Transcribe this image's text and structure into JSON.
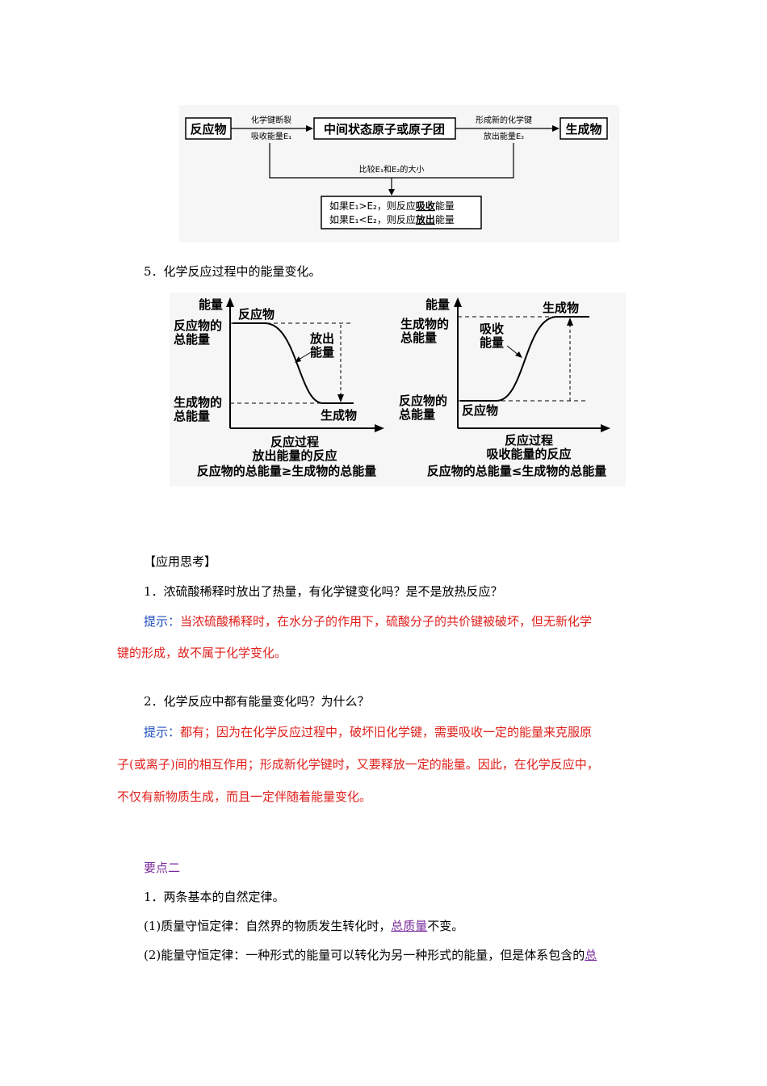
{
  "flow": {
    "reactant": "反应物",
    "intermediate": "中间状态原子或原子团",
    "product": "生成物",
    "arrow1_top": "化学键断裂",
    "arrow1_bottom": "吸收能量E₁",
    "arrow2_top": "形成新的化学键",
    "arrow2_bottom": "放出能量E₂",
    "compare": "比较E₁和E₂的大小",
    "result1_pre": "如果E₁>E₂，则反应",
    "result1_key": "吸收",
    "result1_post": "能量",
    "result2_pre": "如果E₁<E₂，则反应",
    "result2_key": "放出",
    "result2_post": "能量"
  },
  "item5": "5．化学反应过程中的能量变化。",
  "graphs": {
    "left": {
      "y_axis": "能量",
      "top_label": "反应物",
      "top_level_l1": "反应物的",
      "top_level_l2": "总能量",
      "arrow_l1": "放出",
      "arrow_l2": "能量",
      "low_level_l1": "生成物的",
      "low_level_l2": "总能量",
      "bottom_label": "生成物",
      "x_axis": "反应过程",
      "caption1": "放出能量的反应",
      "caption2": "反应物的总能量≥生成物的总能量"
    },
    "right": {
      "y_axis": "能量",
      "top_label": "生成物",
      "top_level_l1": "生成物的",
      "top_level_l2": "总能量",
      "arrow_l1": "吸收",
      "arrow_l2": "能量",
      "low_level_l1": "反应物的",
      "low_level_l2": "总能量",
      "bottom_label": "反应物",
      "x_axis": "反应过程",
      "caption1": "吸收能量的反应",
      "caption2": "反应物的总能量≤生成物的总能量"
    }
  },
  "section_apply": "【应用思考】",
  "q1": "1．浓硫酸稀释时放出了热量，有化学键变化吗？是不是放热反应？",
  "hint_label": "提示：",
  "a1_line1": "当浓硫酸稀释时，在水分子的作用下，硫酸分子的共价键被破坏，但无新化学",
  "a1_line2": "键的形成，故不属于化学变化。",
  "q2": "2．化学反应中都有能量变化吗？为什么？",
  "a2_line1": "都有；因为在化学反应过程中，破坏旧化学键，需要吸收一定的能量来克服原",
  "a2_line2": "子(或离子)间的相互作用；形成新化学键时，又要释放一定的能量。因此，在化学反应中，",
  "a2_line3": "不仅有新物质生成，而且一定伴随着能量变化。",
  "point2": "要点二",
  "laws_title": "1．两条基本的自然定律。",
  "law1_pre": "(1)质量守恒定律：自然界的物质发生转化时，",
  "law1_key": "总质量",
  "law1_post": "不变。",
  "law2_pre": "(2)能量守恒定律：一种形式的能量可以转化为另一种形式的能量，但是体系包含的",
  "law2_key": "总"
}
